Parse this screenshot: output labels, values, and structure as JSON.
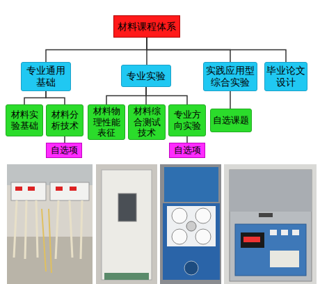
{
  "diagram": {
    "nodes": [
      {
        "text": [
          "材料课程体系"
        ]
      },
      {
        "text": [
          "专业通用基础"
        ]
      },
      {
        "text": [
          "专业实验"
        ]
      },
      {
        "text": [
          "实践应用型综合实验"
        ]
      },
      {
        "text": [
          "毕业论文设计"
        ]
      },
      {
        "text": [
          "材料实验基础"
        ]
      },
      {
        "text": [
          "材料分析技术"
        ]
      },
      {
        "text": [
          "材料物理性能表征"
        ]
      },
      {
        "text": [
          "材料综合测试技术"
        ]
      },
      {
        "text": [
          "专业方向实验"
        ]
      },
      {
        "text": [
          "自选课题"
        ]
      },
      {
        "text": [
          "自选项"
        ]
      },
      {
        "text": [
          "自选项"
        ]
      }
    ],
    "edges": [
      {
        "from": 0,
        "to": 1,
        "arrow": "none"
      },
      {
        "from": 0,
        "to": 2,
        "arrow": "none"
      },
      {
        "from": 0,
        "to": 3,
        "arrow": "none"
      },
      {
        "from": 0,
        "to": 4,
        "arrow": "none"
      },
      {
        "from": 1,
        "to": 5,
        "arrow": "none"
      },
      {
        "from": 1,
        "to": 6,
        "arrow": "none"
      },
      {
        "from": 2,
        "to": 7,
        "arrow": "none"
      },
      {
        "from": 2,
        "to": 8,
        "arrow": "none"
      },
      {
        "from": 2,
        "to": 9,
        "arrow": "none"
      },
      {
        "from": 3,
        "to": 10,
        "arrow": "none"
      },
      {
        "from": 6,
        "to": 11,
        "arrow": "none"
      },
      {
        "from": 9,
        "to": 12,
        "arrow": "none"
      }
    ]
  }
}
